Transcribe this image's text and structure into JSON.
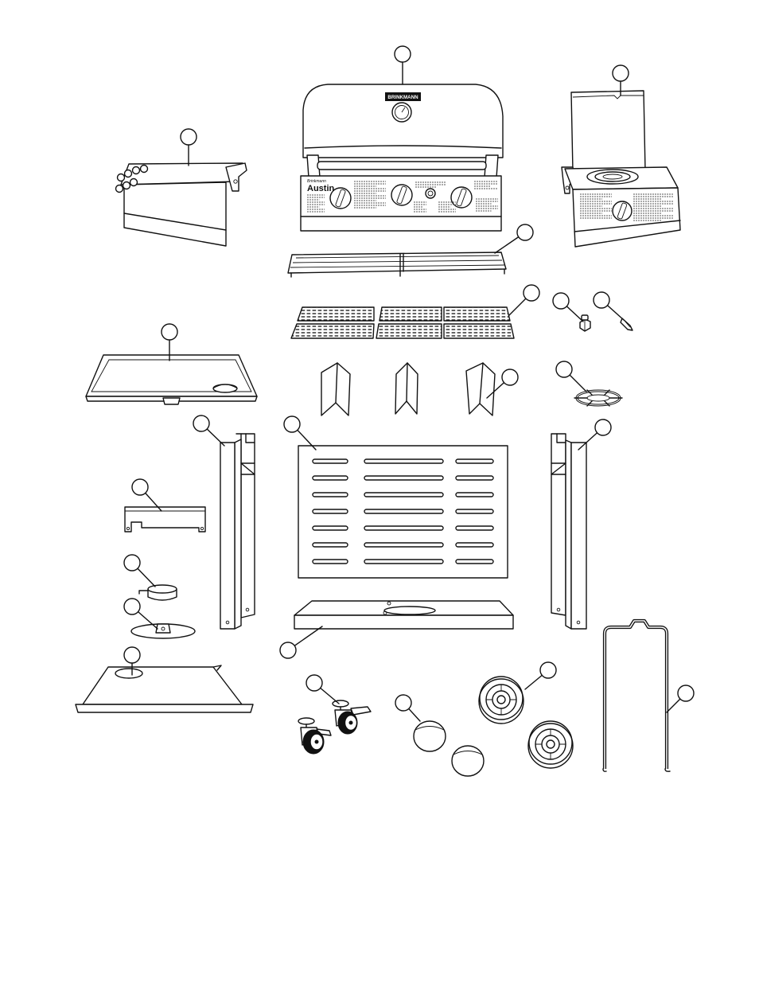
{
  "hood": {
    "brand": "BRINKMANN"
  },
  "control_panel": {
    "logo": "Brinkmann",
    "model": "Austin"
  },
  "colors": {
    "line": "#111111",
    "background": "#ffffff"
  }
}
